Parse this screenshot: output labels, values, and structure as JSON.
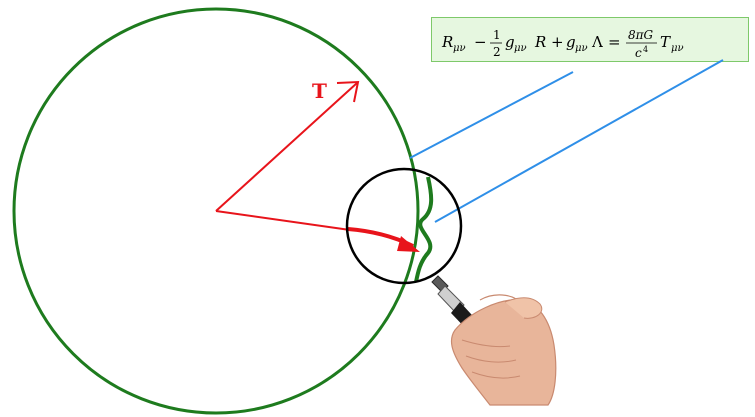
{
  "vector_label": "T",
  "equation": {
    "R": "R",
    "munu": "μν",
    "minus": "−",
    "one": "1",
    "two": "2",
    "g": "g",
    "plus": "+",
    "Lambda": "Λ",
    "equals": "=",
    "numer": "8πG",
    "c": "c",
    "four": "4",
    "T": "T"
  },
  "colors": {
    "circle": "#1e7b1e",
    "vector": "#e8141b",
    "connector": "#2f8fe8",
    "lens": "#000000",
    "equation_bg": "#e6f7e0",
    "equation_border": "#7ec96a"
  },
  "icons": [
    "hand-holding-magnifier-icon"
  ]
}
